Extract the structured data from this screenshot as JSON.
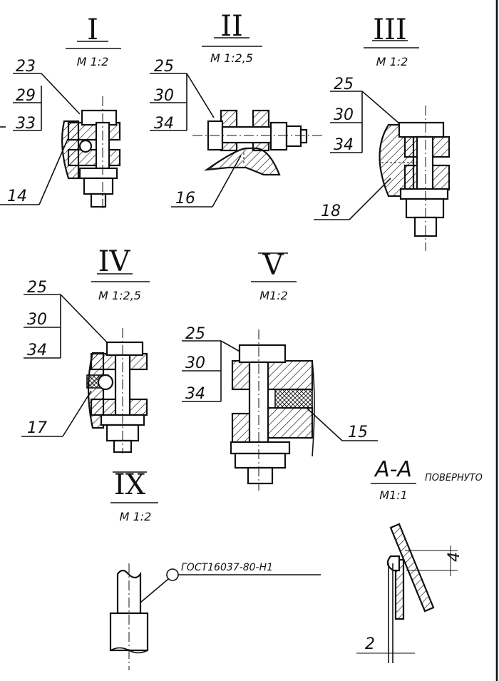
{
  "views": [
    {
      "numeral": "I",
      "scale": "M 1:2"
    },
    {
      "numeral": "II",
      "scale": "M 1:2,5"
    },
    {
      "numeral": "III",
      "scale": "M 1:2"
    },
    {
      "numeral": "IV",
      "scale": "M 1:2,5"
    },
    {
      "numeral": "V",
      "scale": "M1:2"
    },
    {
      "numeral": "IX",
      "scale": "M 1:2"
    }
  ],
  "callouts": {
    "v1": [
      "23",
      "29",
      "33"
    ],
    "v2": [
      "25",
      "30",
      "34"
    ],
    "v3": [
      "25",
      "30",
      "34"
    ],
    "v4": [
      "25",
      "30",
      "34"
    ],
    "v5": [
      "25",
      "30",
      "34"
    ]
  },
  "parts": {
    "v1": "14",
    "v2": "16",
    "v3": "18",
    "v4": "17",
    "v5": "15"
  },
  "section": {
    "label": "A-A",
    "scale": "M1:1",
    "note": "ПОВЕРНУТО",
    "dim_vertical": "4",
    "dim_horizontal": "2"
  },
  "weld_note": "ГОСТ16037-80-Н1"
}
